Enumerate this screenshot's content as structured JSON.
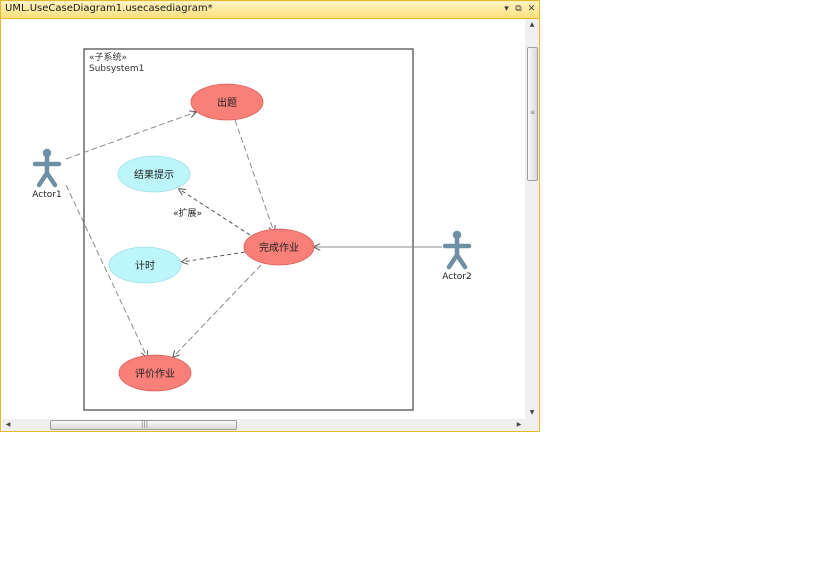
{
  "window": {
    "title": "UML.UseCaseDiagram1.usecasediagram*",
    "buttons": {
      "dropdown": "▾",
      "restore": "⧉",
      "close": "✕"
    }
  },
  "diagram": {
    "subsystem": {
      "stereotype": "«子系统»",
      "name": "Subsystem1"
    },
    "actors": [
      {
        "name": "Actor1"
      },
      {
        "name": "Actor2"
      }
    ],
    "use_cases": [
      {
        "label": "出题",
        "color": "#f88079"
      },
      {
        "label": "结果提示",
        "color": "#bcf5fa"
      },
      {
        "label": "完成作业",
        "color": "#f88079"
      },
      {
        "label": "计时",
        "color": "#bcf5fa"
      },
      {
        "label": "评价作业",
        "color": "#f88079"
      }
    ],
    "relations": {
      "extend_label": "«扩展»"
    },
    "colors": {
      "actor": "#6f8fa4",
      "border": "#444444",
      "line": "#8c8c8c"
    }
  },
  "scrollbars": {
    "up": "▲",
    "down": "▼",
    "left": "◀",
    "right": "▶",
    "v_grip": "≡",
    "h_grip": "|||"
  }
}
